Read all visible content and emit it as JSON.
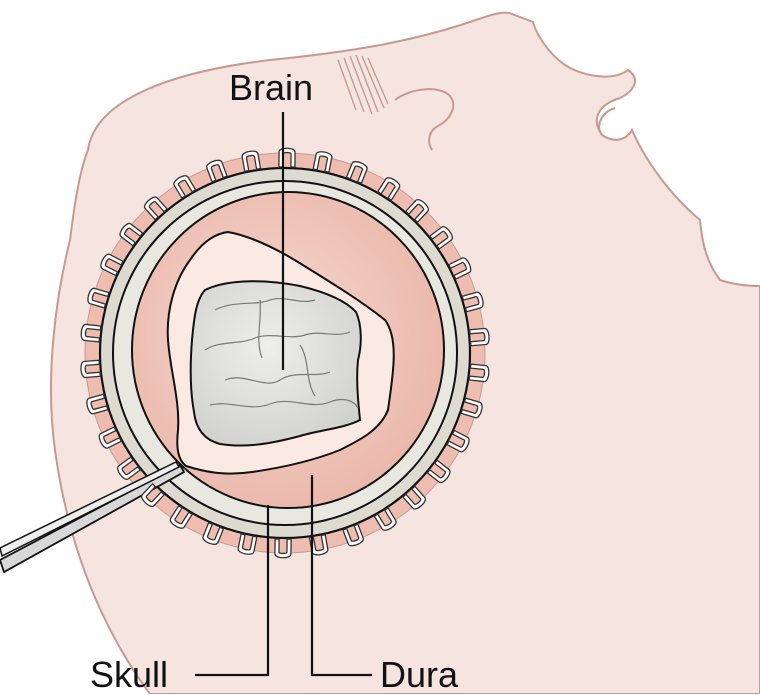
{
  "labels": {
    "brain": "Brain",
    "skull": "Skull",
    "dura": "Dura"
  },
  "colors": {
    "skin": "#f6e4e0",
    "skin_outline": "#c49a92",
    "bone_ring": "#d7d5cc",
    "dura_ring": "#f0c4b8",
    "dura_fill": "#f3cfc6",
    "brain_fill": "#e2e3e0",
    "clip_fill": "#ffffff",
    "leader_line": "#111111"
  }
}
